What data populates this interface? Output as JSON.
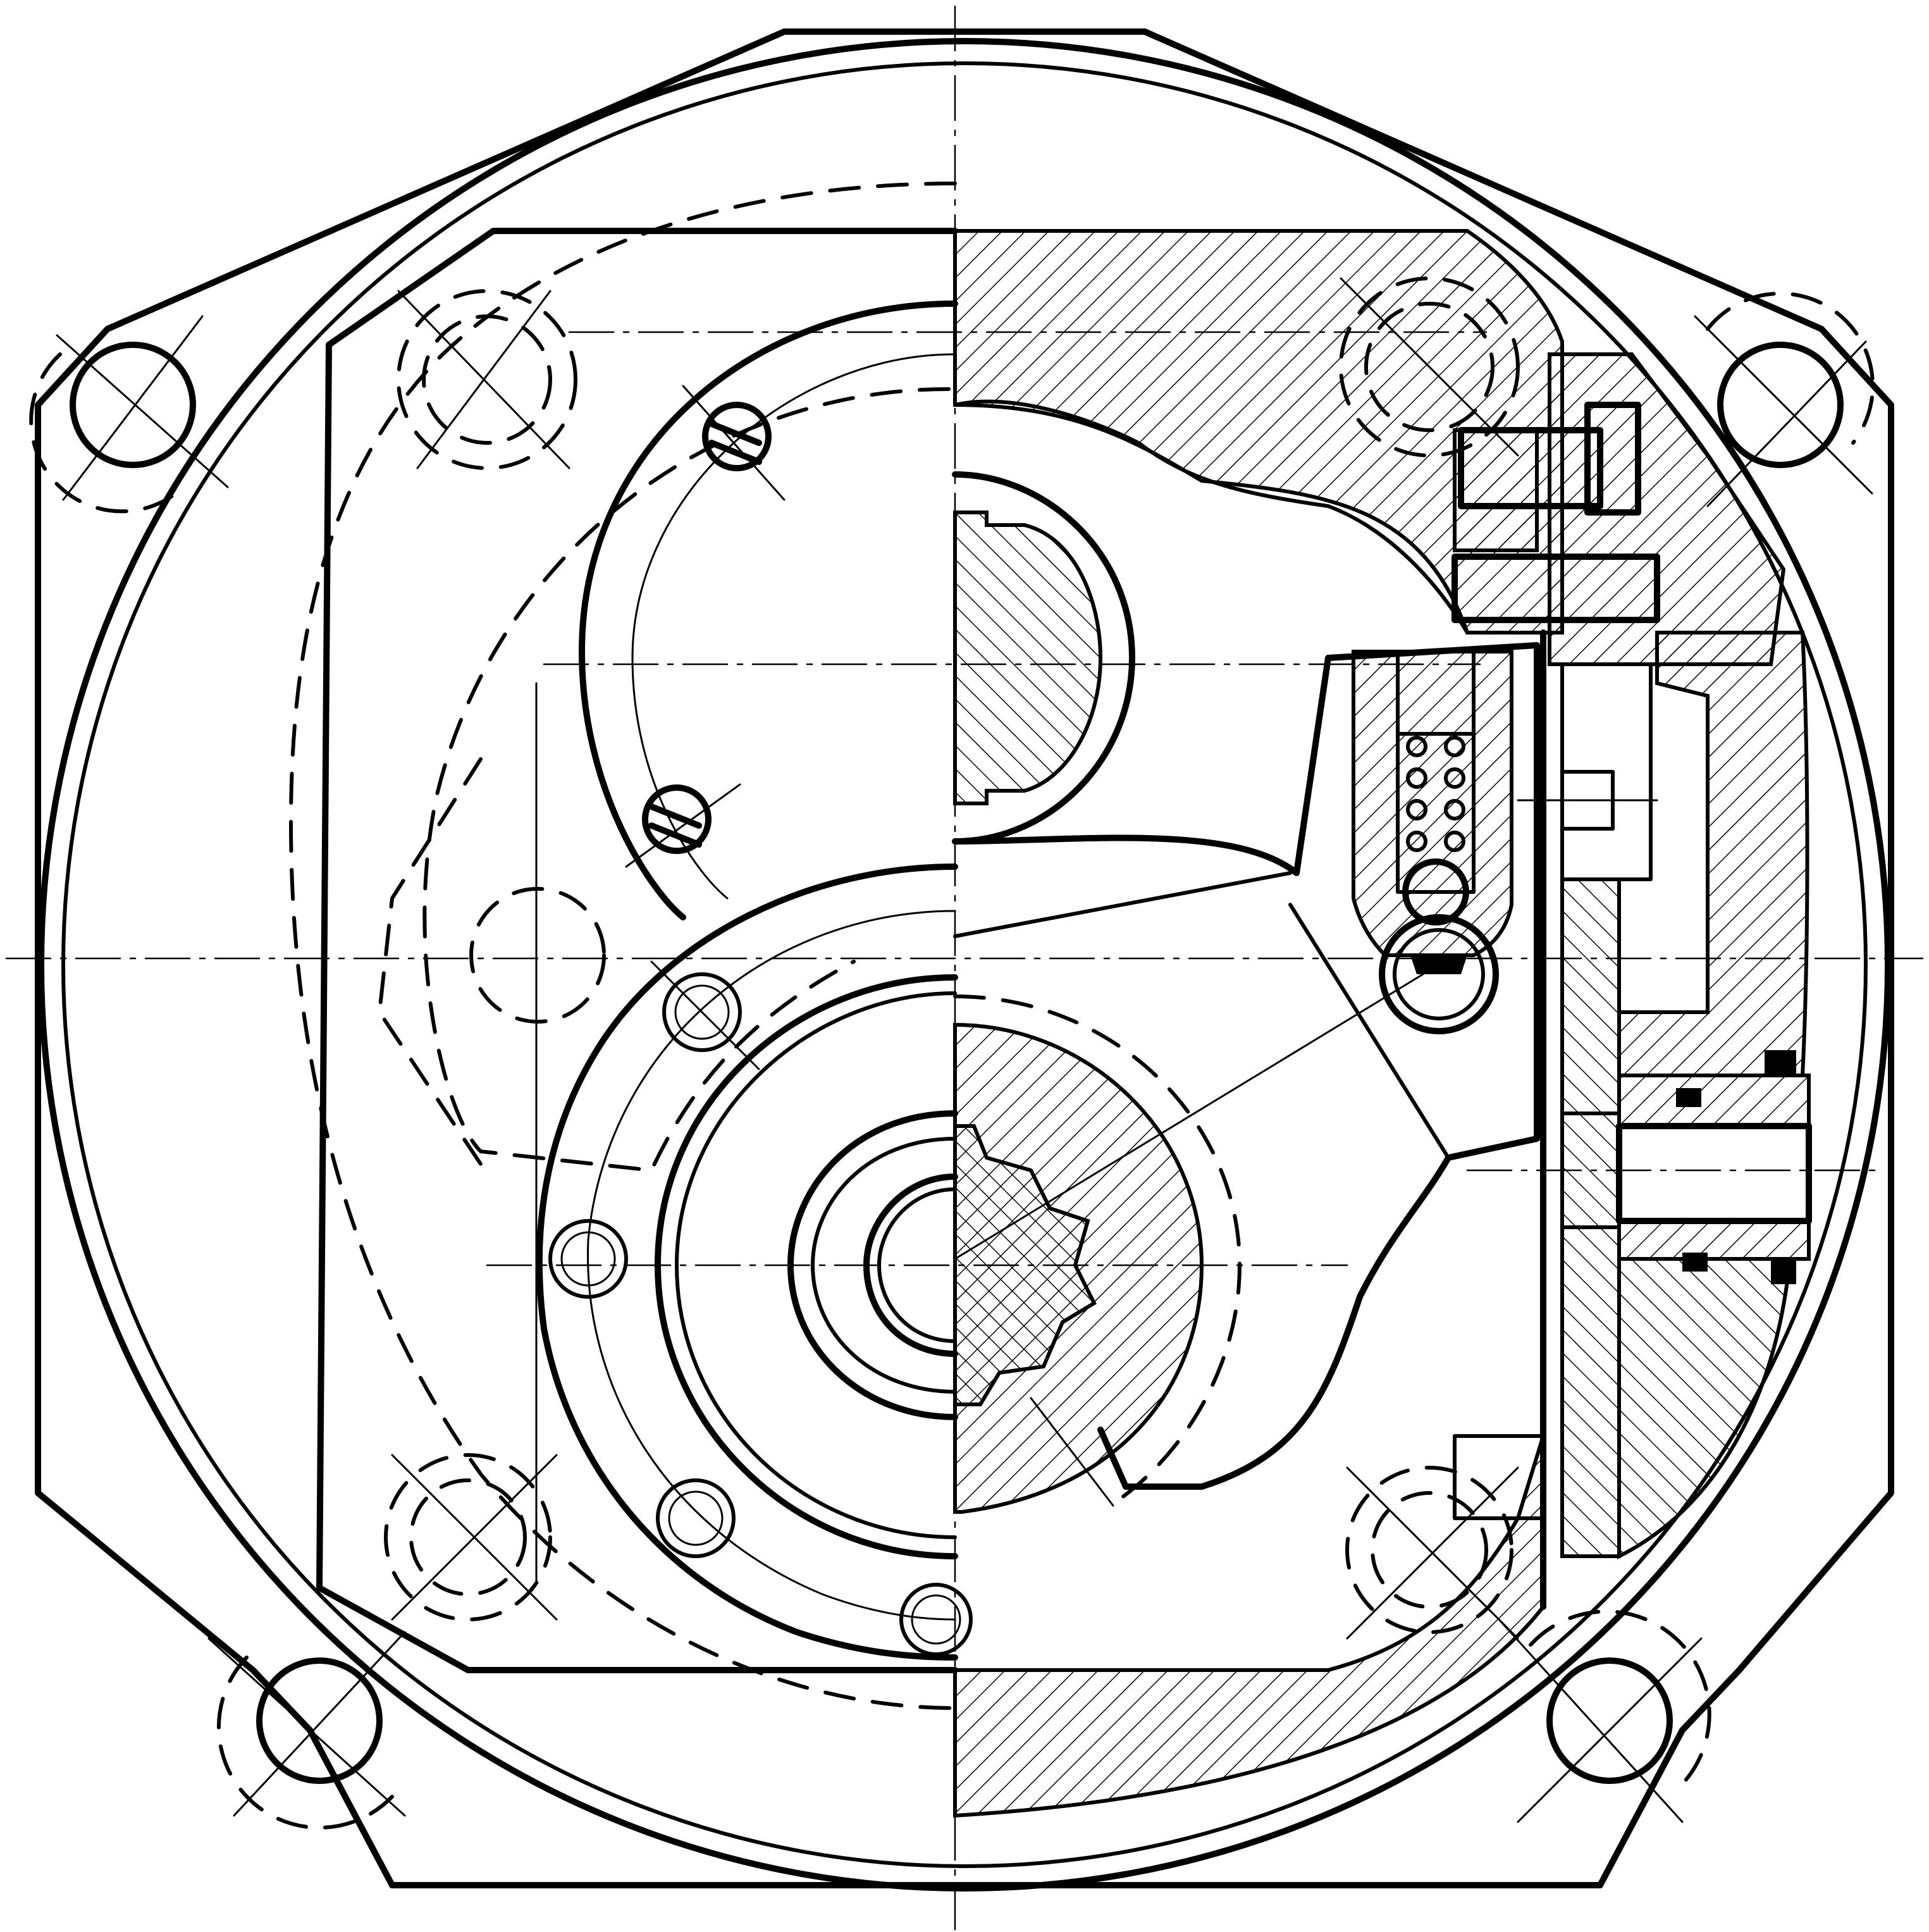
{
  "drawing": {
    "kind": "mechanical-section-drawing",
    "colors": {
      "ink": "#000000",
      "paper": "#ffffff"
    },
    "views": [
      "external-view-left-half",
      "sectional-view-right-half"
    ],
    "bolt_holes_corner": 4,
    "hatching": "section-hatch-45deg"
  }
}
